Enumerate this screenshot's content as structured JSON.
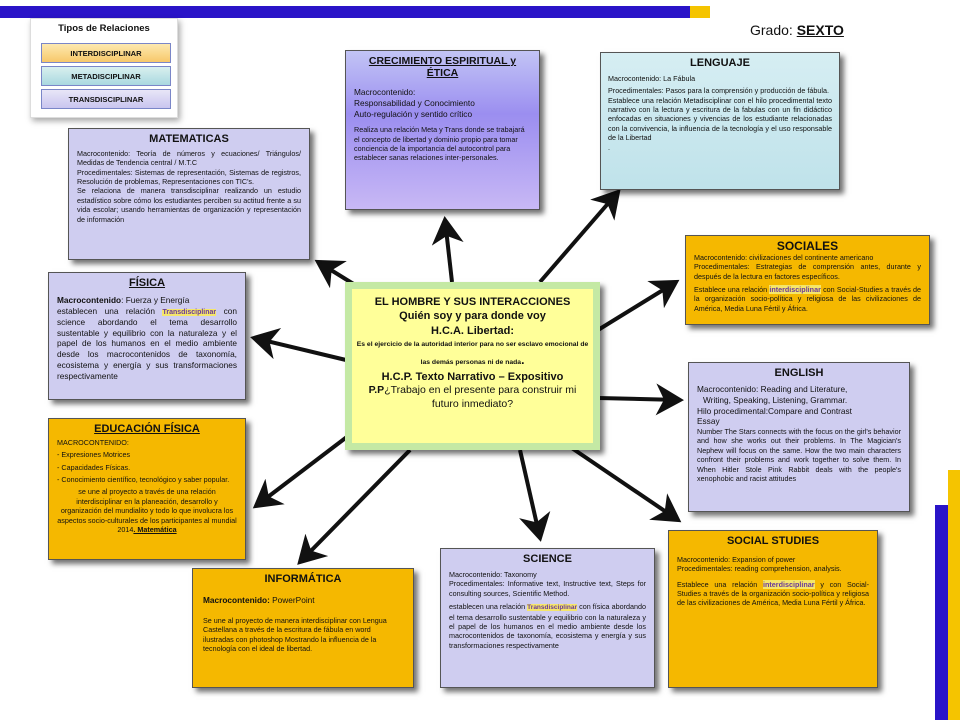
{
  "legend": {
    "title": "Tipos de Relaciones",
    "items": [
      "INTERDISCIPLINAR",
      "METADISCIPLINAR",
      "TRANSDISCIPLINAR"
    ]
  },
  "grade": {
    "label": "Grado:",
    "value": "SEXTO"
  },
  "center": {
    "line1": "EL HOMBRE Y SUS INTERACCIONES",
    "line2": "Quién soy y para donde voy",
    "line3": "H.C.A. Libertad:",
    "line4": "Es el ejercicio de la autoridad interior para no ser esclavo emocional de las demás personas ni de nada",
    "line4_end": ".",
    "line5": "H.C.P. Texto Narrativo – Expositivo",
    "line6_prefix": "P.P",
    "line6": "¿Trabajo en el presente para construir mi futuro inmediato?"
  },
  "crecimiento": {
    "title": "CRECIMIENTO ESPIRITUAL y ÉTICA",
    "p1": "Macrocontenido:",
    "p2": "Responsabilidad y Conocimiento",
    "p3": "Auto-regulación y sentido crítico",
    "p4": "Realiza una relación Meta y Trans donde se trabajará el concepto de libertad y dominio propio para tomar conciencia de la importancia del autocontrol para establecer sanas relaciones inter-personales."
  },
  "lenguaje": {
    "title": "LENGUAJE",
    "p1": "Macrocontenido: La Fábula",
    "p2": "Procedimentales: Pasos para la comprensión y producción de fábula.",
    "p3": "Establece una relación Metadisciplinar con el hilo procedimental texto narrativo con la lectura y escritura de la fabulas con un fin didáctico enfocadas en situaciones y vivencias de los estudiante relacionadas con la convivencia, la influencia de la tecnología y el uso responsable de la Libertad",
    "p4": "."
  },
  "matematicas": {
    "title": "MATEMATICAS",
    "p1": "Macrocontenido: Teoría de números y ecuaciones/ Triángulos/ Medidas de Tendencia central / M.T.C",
    "p2": "Procedimentales: Sistemas de representación, Sistemas de registros, Resolución de problemas, Representaciones con TIC's.",
    "p3": "Se relaciona de manera transdisciplinar realizando un estudio estadístico sobre cómo los estudiantes perciben su actitud frente a su vida escolar; usando herramientas de organización y representación de información"
  },
  "sociales": {
    "title": "SOCIALES",
    "p1": "Macrocontenido: civilizaciones del continente americano",
    "p2": "Procedimentales: Estrategias de comprensión antes, durante y después de la lectura en factores específicos.",
    "p3a": "Establece una relación",
    "p3hl": "interdisciplinar",
    "p3b": "con Social-Studies a través de la organización socio-política y religiosa de las civilizaciones de América, Media Luna Fértil y África."
  },
  "fisica": {
    "title": "FÍSICA",
    "lead": "Macrocontenido",
    "p1": ": Fuerza y Energía",
    "p2a": "establecen una relación",
    "p2hl": "Transdisciplinar",
    "p2b": "con science abordando el tema desarrollo sustentable y equilibrio con la naturaleza y el papel de los humanos en el medio ambiente desde los macrocontenidos de taxonomía, ecosistema y energía y sus transformaciones respectivamente"
  },
  "english": {
    "title": "ENGLISH",
    "p1": "Macrocontenido: Reading and Literature,",
    "p2": "Writing, Speaking, Listening, Grammar.",
    "p3": "Hilo procedimental:Compare and Contrast",
    "p4": "Essay",
    "p5": "Number The Stars connects with the focus on the girl's behavior and how she works out their problems. In The Magician's Nephew will focus on the same. How the two main characters confront their problems and work together to solve them. In When Hitler Stole Pink Rabbit deals with the people's xenophobic and racist attitudes"
  },
  "edfisica": {
    "title": "EDUCACIÓN FÍSICA",
    "p1": "MACROCONTENIDO:",
    "p2": "- Expresiones Motrices",
    "p3": "- Capacidades Físicas.",
    "p4": "- Conocimiento científico, tecnológico y saber popular.",
    "p5": "se une al proyecto a través de una relación interdisciplinar en la planeación, desarrollo y organización del mundialito y todo lo que involucra los aspectos socio-culturales de los participantes al mundial 2014",
    "p5hl": ". Matemática"
  },
  "informatica": {
    "title": "INFORMÁTICA",
    "lead": "Macrocontenido:",
    "p1": " PowerPoint",
    "p2": "Se une al proyecto de manera interdisciplinar con Lengua Castellana a través de la escritura de fábula en word ilustradas con photoshop Mostrando la influencia de la tecnología con el ideal de libertad."
  },
  "science": {
    "title": "SCIENCE",
    "p1": "Macrocontenido: Taxonomy",
    "p2": "Procedimentales: Informative text, Instructive text, Steps for consulting sources, Scientific Method.",
    "p3a": "establecen una relación",
    "p3hl": "Transdisciplinar",
    "p3b": "con física abordando el tema desarrollo sustentable y equilibrio con la naturaleza y el papel de los humanos en el medio ambiente desde los macrocontenidos de taxonomía, ecosistema y energía y sus transformaciones respectivamente"
  },
  "socialstudies": {
    "title": "SOCIAL STUDIES",
    "p1": "Macrocontenido: Expansion of power",
    "p2": "Procedimentales: reading comprehension, analysis.",
    "p3a": "Establece una relación",
    "p3hl": "interdisciplinar",
    "p3b": "y con Social-Studies a través de la organización socio-política y religiosa de las civilizaciones de América, Media Luna Fértil y África."
  },
  "colors": {
    "blue_bar": "#2a14c8",
    "gold_bar": "#f5c400",
    "lavender": "#cfcdf0",
    "gold_box": "#f5b800",
    "center_bg": "#ffff99",
    "center_border": "#a6e07a",
    "arrow": "#111111"
  }
}
